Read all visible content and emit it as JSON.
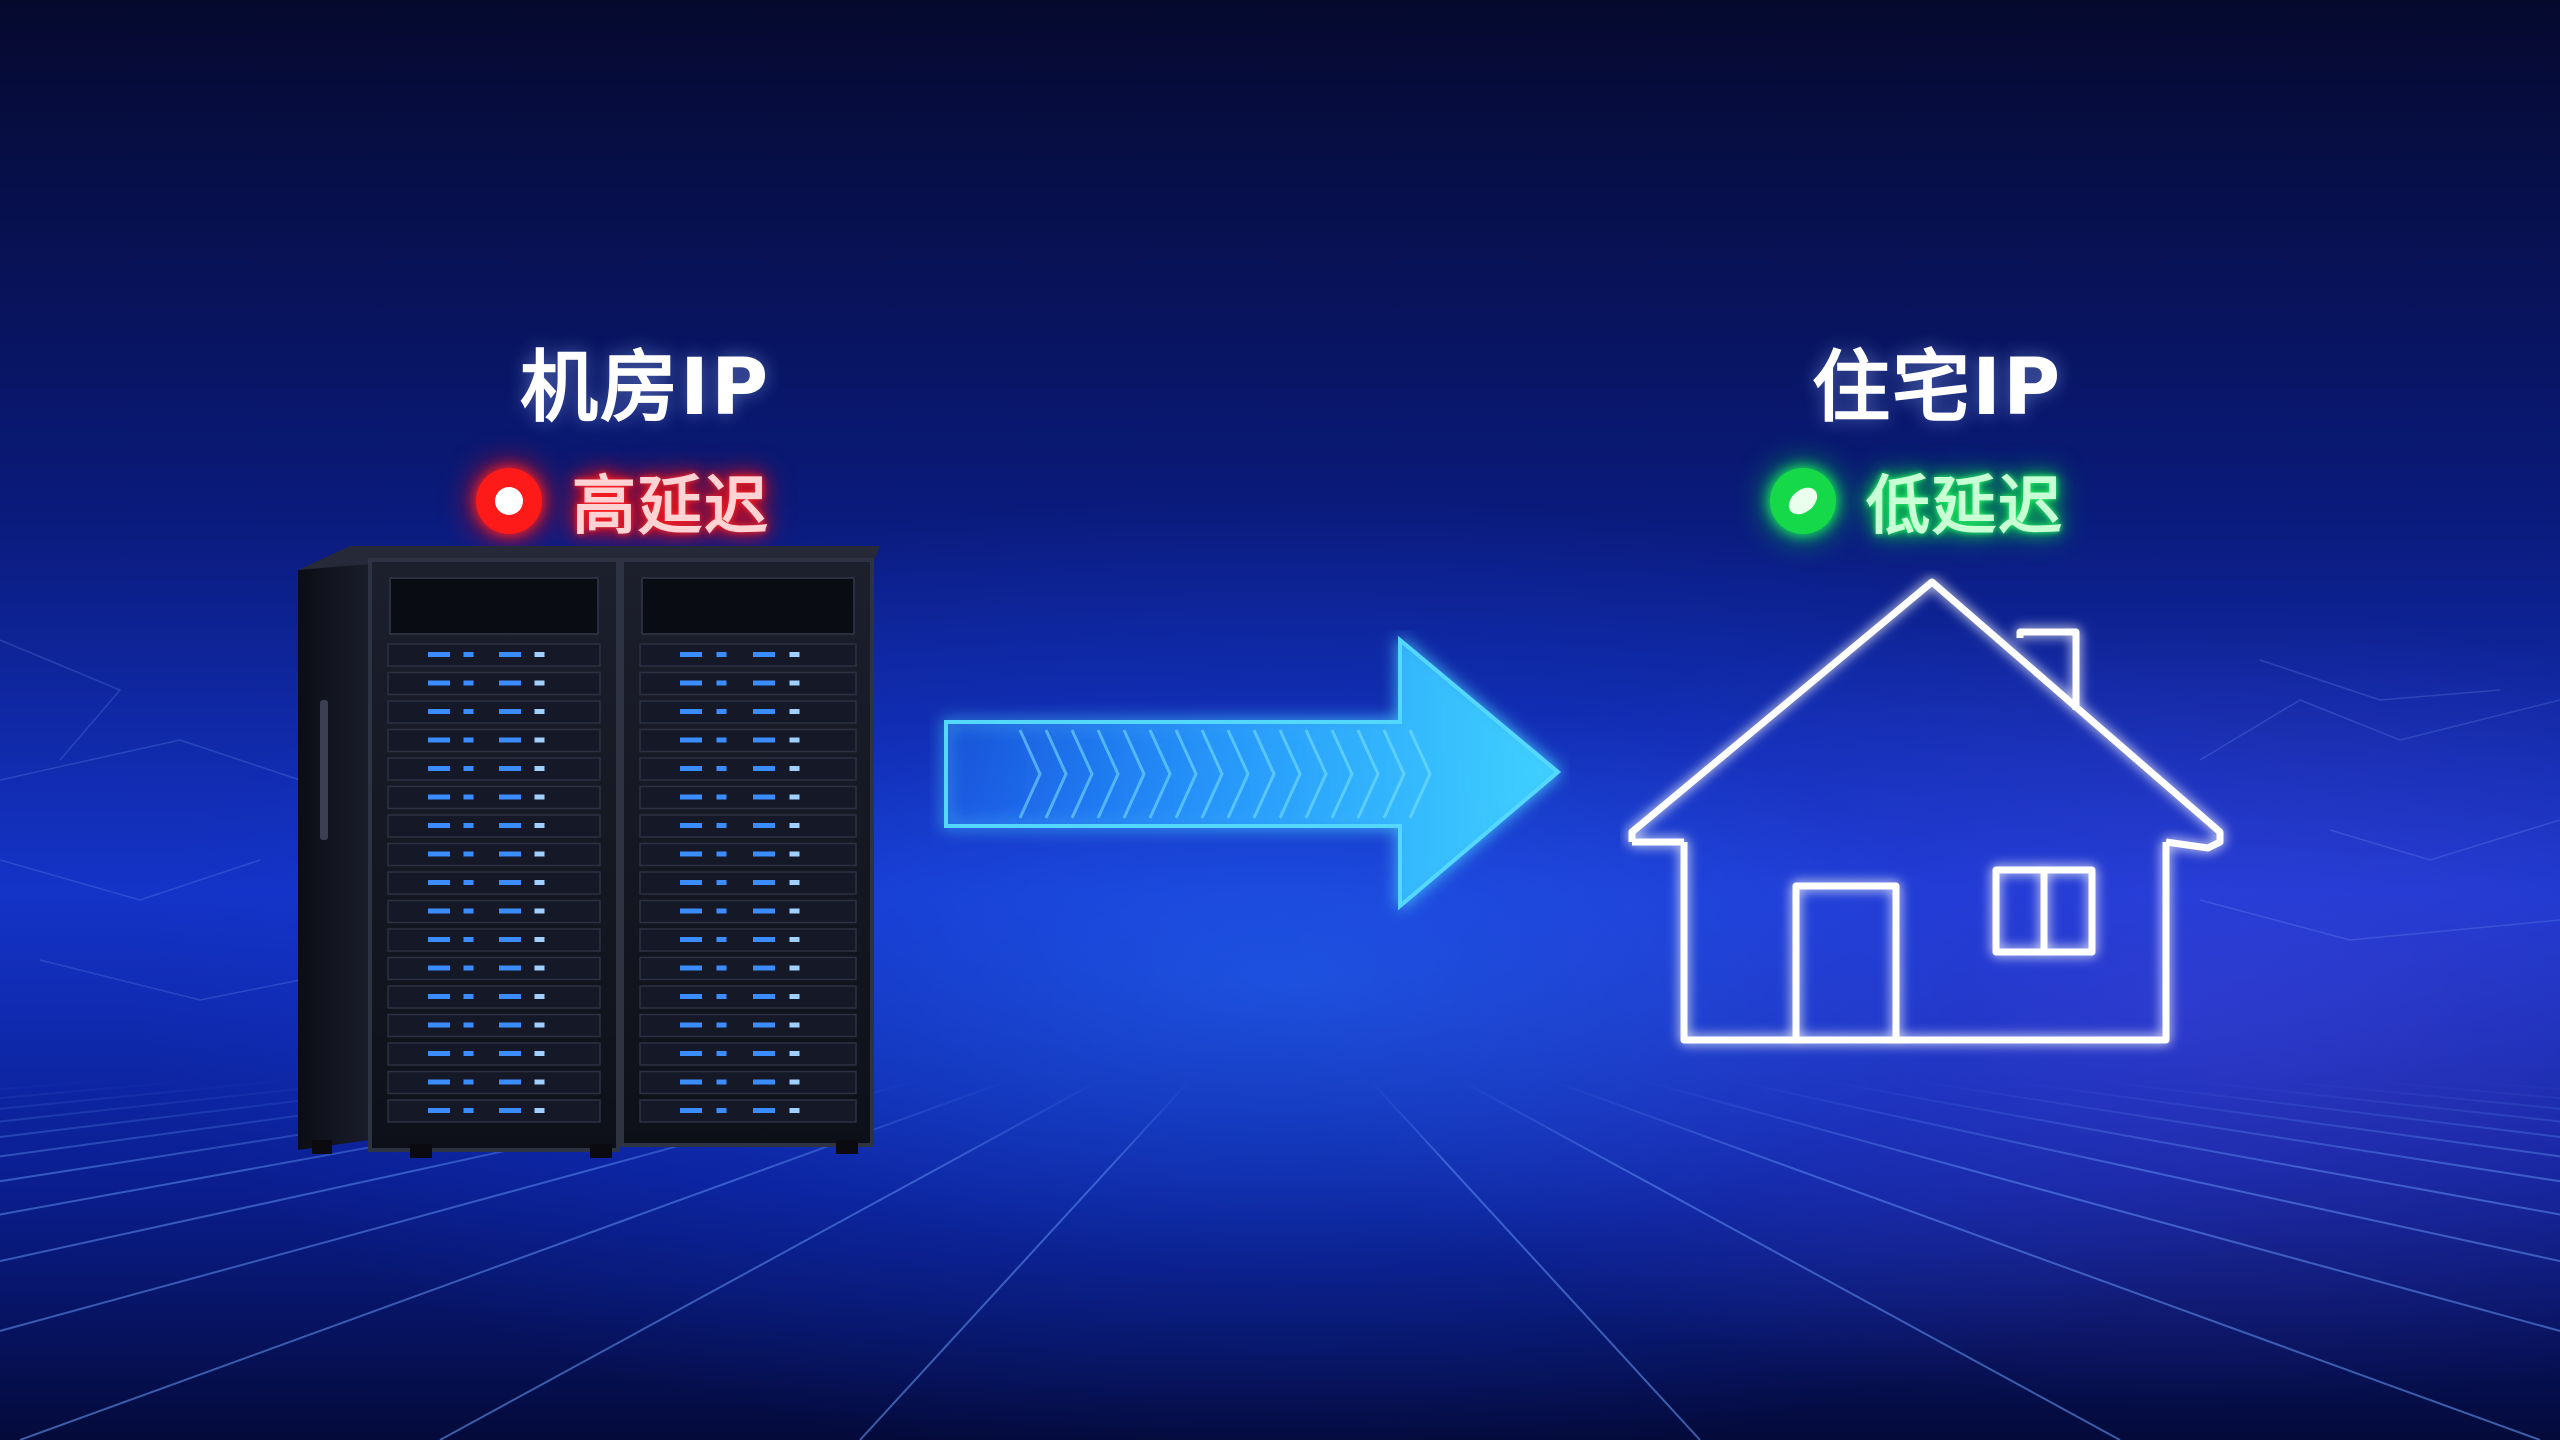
{
  "left": {
    "title": "机房IP",
    "status": "高延迟",
    "status_color": "#ff1a1a"
  },
  "right": {
    "title": "住宅IP",
    "status": "低延迟",
    "status_color": "#16d94a"
  },
  "icons": {
    "left": "server-rack-icon",
    "middle": "arrow-right-icon",
    "right": "house-icon"
  }
}
